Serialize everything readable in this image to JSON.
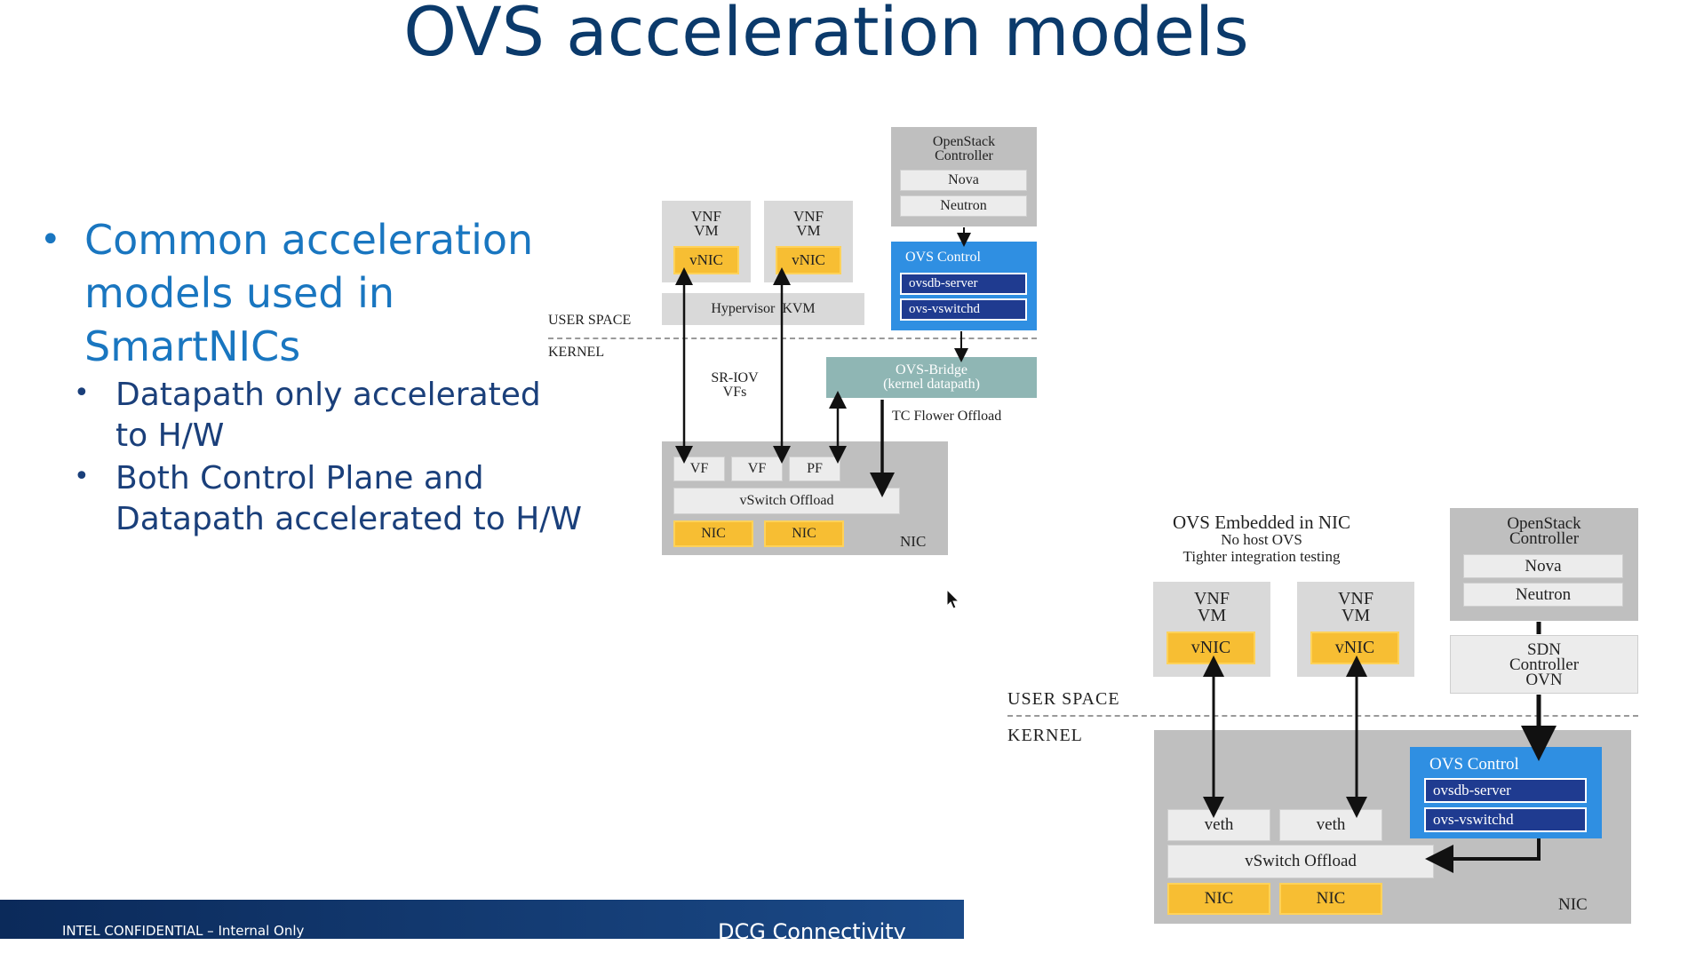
{
  "title": "OVS acceleration models",
  "bullets": {
    "main": "Common acceleration models used in SmartNICs",
    "sub": [
      "Datapath only accelerated to H/W",
      "Both Control Plane and Datapath accelerated to H/W"
    ]
  },
  "diagram1": {
    "vm_label": "VNF\nVM",
    "vnic": "vNIC",
    "hypervisor": "Hypervisor  KVM",
    "user_space": "USER SPACE",
    "kernel": "KERNEL",
    "sriov": "SR-IOV\nVFs",
    "openstack": "OpenStack\nController",
    "nova": "Nova",
    "neutron": "Neutron",
    "ovs_control": "OVS Control",
    "ovsdb": "ovsdb-server",
    "vswitchd": "ovs-vswitchd",
    "ovs_bridge": "OVS-Bridge\n(kernel datapath)",
    "tc_offload": "TC Flower Offload",
    "vf": "VF",
    "pf": "PF",
    "vswitch_offload": "vSwitch Offload",
    "nic_port": "NIC",
    "nic_label": "NIC"
  },
  "diagram2": {
    "heading": "OVS Embedded in NIC",
    "sub1": "No host OVS",
    "sub2": "Tighter integration testing",
    "vm_label": "VNF\nVM",
    "vnic": "vNIC",
    "openstack": "OpenStack\nController",
    "nova": "Nova",
    "neutron": "Neutron",
    "sdn": "SDN\nController\nOVN",
    "user_space": "USER SPACE",
    "kernel": "KERNEL",
    "ovs_control": "OVS Control",
    "ovsdb": "ovsdb-server",
    "vswitchd": "ovs-vswitchd",
    "veth": "veth",
    "vswitch_offload": "vSwitch Offload",
    "nic_port": "NIC",
    "nic_label": "NIC"
  },
  "footer": {
    "left": "INTEL CONFIDENTIAL – Internal Only",
    "right": "DCG Connectivity Grou"
  },
  "colors": {
    "title": "#0b3a6b",
    "bullet": "#1976c0",
    "vnic": "#f7be33",
    "ovs_control": "#2f8fe2",
    "footer": "#0b2a5a"
  }
}
